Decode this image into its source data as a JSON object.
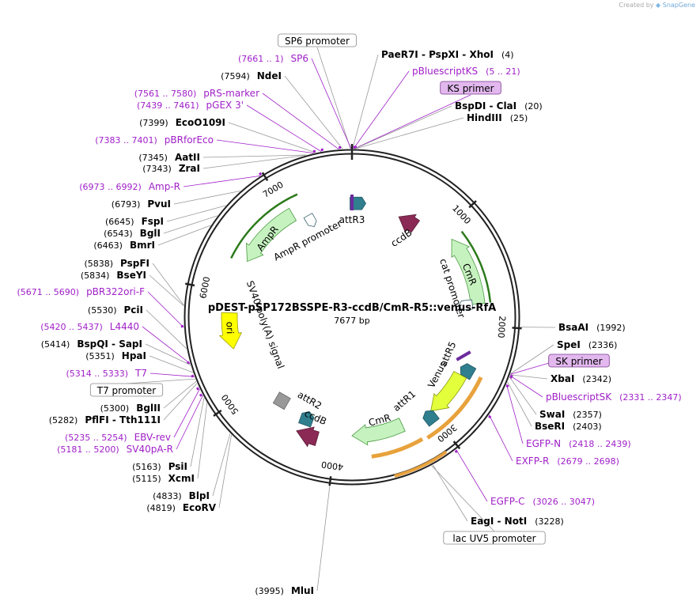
{
  "credit": {
    "prefix": "Created by",
    "brand": "SnapGene"
  },
  "plasmid": {
    "name": "pDEST-pSP172BSSPE-R3-ccdB/CmR-R5::venus-RfA",
    "length_label": "7677 bp",
    "length": 7677
  },
  "colors": {
    "enzyme": "#000000",
    "primer": "#a020c8",
    "primer_line": "#a020c8",
    "line": "#999999",
    "backbone": "#222222",
    "ccdB": "#8b2a55",
    "att": "#2f7f8e",
    "CmR": "#c6f2c0",
    "AmpR": "#c6f2c0",
    "ori": "#ffff00",
    "Venus": "#e3ff3b",
    "dark_green": "#2c7a1b",
    "orange": "#e8a23c",
    "promoter_box": "#ffffff",
    "primer_feature_box": "#e2b8ee"
  },
  "ticks": [
    "1000",
    "2000",
    "3000",
    "4000",
    "5000",
    "6000",
    "7000"
  ],
  "labels": [
    {
      "type": "box",
      "text": "SP6 promoter"
    },
    {
      "type": "primer",
      "pos": "(7661 .. 1)",
      "name": "SP6"
    },
    {
      "type": "enzyme",
      "pos": "(7594)",
      "name": "NdeI"
    },
    {
      "type": "primer",
      "pos": "(7561 .. 7580)",
      "name": "pRS-marker"
    },
    {
      "type": "primer",
      "pos": "(7439 .. 7461)",
      "name": "pGEX 3'"
    },
    {
      "type": "enzyme",
      "pos": "(7399)",
      "name": "EcoO109I"
    },
    {
      "type": "primer",
      "pos": "(7383 .. 7401)",
      "name": "pBRforEco"
    },
    {
      "type": "enzyme",
      "pos": "(7345)",
      "name": "AatII"
    },
    {
      "type": "enzyme",
      "pos": "(7343)",
      "name": "ZraI"
    },
    {
      "type": "primer",
      "pos": "(6973 .. 6992)",
      "name": "Amp-R"
    },
    {
      "type": "enzyme",
      "pos": "(6793)",
      "name": "PvuI"
    },
    {
      "type": "enzyme",
      "pos": "(6645)",
      "name": "FspI"
    },
    {
      "type": "enzyme",
      "pos": "(6543)",
      "name": "BglI"
    },
    {
      "type": "enzyme",
      "pos": "(6463)",
      "name": "BmrI"
    },
    {
      "type": "enzyme",
      "pos": "(5838)",
      "name": "PspFI"
    },
    {
      "type": "enzyme",
      "pos": "(5834)",
      "name": "BseYI"
    },
    {
      "type": "primer",
      "pos": "(5671 .. 5690)",
      "name": "pBR322ori-F"
    },
    {
      "type": "enzyme",
      "pos": "(5530)",
      "name": "PciI"
    },
    {
      "type": "primer",
      "pos": "(5420 .. 5437)",
      "name": "L4440"
    },
    {
      "type": "enzyme",
      "pos": "(5414)",
      "name": "BspQI - SapI"
    },
    {
      "type": "enzyme",
      "pos": "(5351)",
      "name": "HpaI"
    },
    {
      "type": "primer",
      "pos": "(5314 .. 5333)",
      "name": "T7"
    },
    {
      "type": "box",
      "text": "T7 promoter"
    },
    {
      "type": "enzyme",
      "pos": "(5300)",
      "name": "BglII"
    },
    {
      "type": "enzyme",
      "pos": "(5282)",
      "name": "PflFI - Tth111I"
    },
    {
      "type": "primer",
      "pos": "(5235 .. 5254)",
      "name": "EBV-rev"
    },
    {
      "type": "primer",
      "pos": "(5181 .. 5200)",
      "name": "SV40pA-R"
    },
    {
      "type": "enzyme",
      "pos": "(5163)",
      "name": "PsiI"
    },
    {
      "type": "enzyme",
      "pos": "(5115)",
      "name": "XcmI"
    },
    {
      "type": "enzyme",
      "pos": "(4833)",
      "name": "BlpI"
    },
    {
      "type": "enzyme",
      "pos": "(4819)",
      "name": "EcoRV"
    },
    {
      "type": "enzyme",
      "pos": "(3995)",
      "name": "MluI"
    },
    {
      "type": "enzyme",
      "pos": "(4)",
      "name": "PaeR7I - PspXI - XhoI"
    },
    {
      "type": "primer",
      "pos": "(5 .. 21)",
      "name": "pBluescriptKS"
    },
    {
      "type": "pbox",
      "text": "KS primer"
    },
    {
      "type": "enzyme",
      "pos": "(20)",
      "name": "BspDI - ClaI"
    },
    {
      "type": "enzyme",
      "pos": "(25)",
      "name": "HindIII"
    },
    {
      "type": "enzyme",
      "pos": "(1992)",
      "name": "BsaAI"
    },
    {
      "type": "enzyme",
      "pos": "(2336)",
      "name": "SpeI"
    },
    {
      "type": "pbox",
      "text": "SK primer"
    },
    {
      "type": "enzyme",
      "pos": "(2342)",
      "name": "XbaI"
    },
    {
      "type": "primer",
      "pos": "(2331 .. 2347)",
      "name": "pBluescriptSK"
    },
    {
      "type": "enzyme",
      "pos": "(2357)",
      "name": "SwaI"
    },
    {
      "type": "enzyme",
      "pos": "(2403)",
      "name": "BseRI"
    },
    {
      "type": "primer",
      "pos": "(2418 .. 2439)",
      "name": "EGFP-N"
    },
    {
      "type": "primer",
      "pos": "(2679 .. 2698)",
      "name": "EXFP-R"
    },
    {
      "type": "primer",
      "pos": "(3026 .. 3047)",
      "name": "EGFP-C"
    },
    {
      "type": "enzyme",
      "pos": "(3228)",
      "name": "EagI - NotI"
    },
    {
      "type": "box",
      "text": "lac UV5 promoter"
    }
  ],
  "features": [
    {
      "name": "attR3",
      "kind": "att"
    },
    {
      "name": "ccdB",
      "kind": "ccdB"
    },
    {
      "name": "CmR",
      "kind": "CmR"
    },
    {
      "name": "cat promoter",
      "kind": "promoter"
    },
    {
      "name": "attR5",
      "kind": "att"
    },
    {
      "name": "Venus",
      "kind": "Venus"
    },
    {
      "name": "attR1",
      "kind": "att"
    },
    {
      "name": "CmR",
      "kind": "CmR"
    },
    {
      "name": "attR2",
      "kind": "att"
    },
    {
      "name": "ccdB",
      "kind": "ccdB"
    },
    {
      "name": "SV40 poly(A) signal",
      "kind": "terminator"
    },
    {
      "name": "ori",
      "kind": "ori"
    },
    {
      "name": "AmpR",
      "kind": "AmpR"
    },
    {
      "name": "AmpR promoter",
      "kind": "promoter"
    }
  ]
}
